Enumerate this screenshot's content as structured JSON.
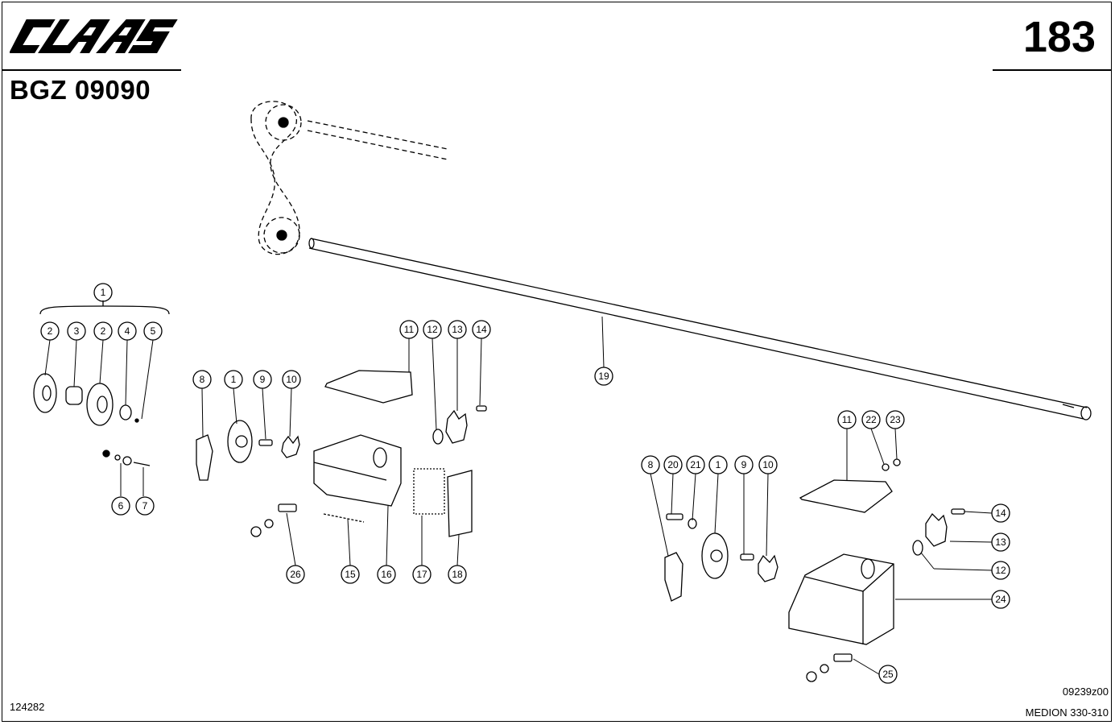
{
  "header": {
    "brand": "CLAAS",
    "page_number": "183",
    "group_code": "BGZ 09090"
  },
  "footer": {
    "left_code": "124282",
    "drawing_code": "09239z00",
    "model": "MEDION 330-310"
  },
  "callouts": {
    "c1": "1",
    "c2a": "2",
    "c3": "3",
    "c2b": "2",
    "c4": "4",
    "c5": "5",
    "c6": "6",
    "c7": "7",
    "c8": "8",
    "c1b": "1",
    "c9": "9",
    "c10": "10",
    "c11": "11",
    "c12": "12",
    "c13": "13",
    "c14": "14",
    "c15": "15",
    "c16": "16",
    "c17": "17",
    "c18": "18",
    "c19": "19",
    "c26": "26",
    "r8": "8",
    "r20": "20",
    "r21": "21",
    "r1": "1",
    "r9": "9",
    "r10": "10",
    "r11": "11",
    "r22": "22",
    "r23": "23",
    "r14": "14",
    "r13": "13",
    "r12": "12",
    "r24": "24",
    "r25": "25"
  }
}
